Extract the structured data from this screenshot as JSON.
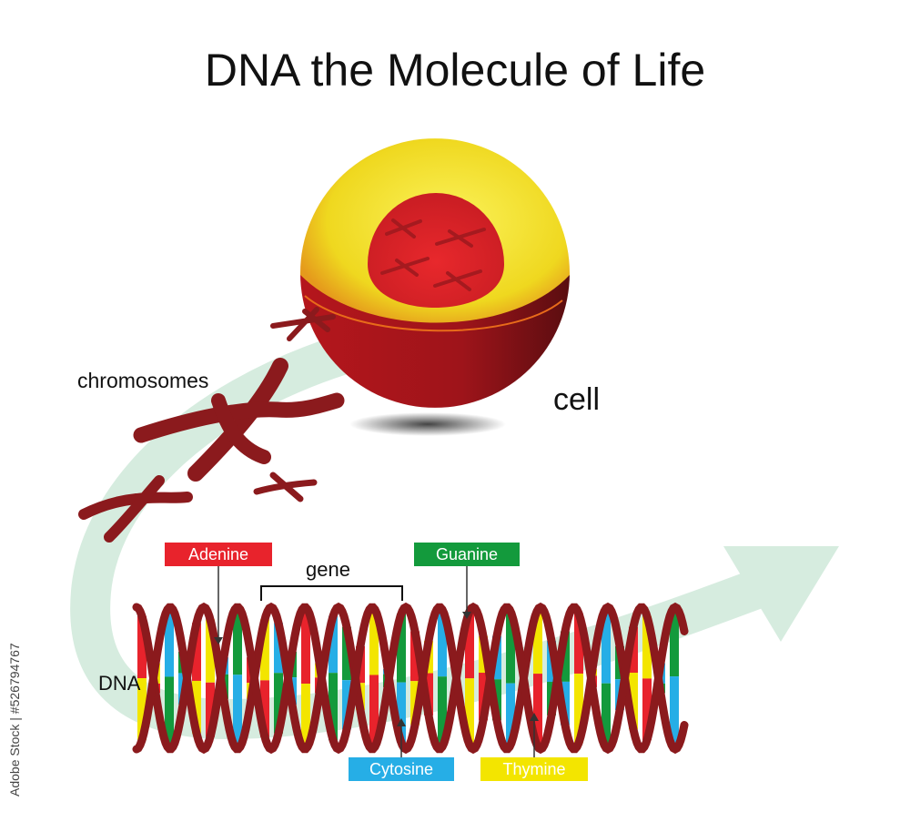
{
  "title": "DNA the Molecule of Life",
  "labels": {
    "chromosomes": "chromosomes",
    "cell": "cell",
    "dna": "DNA",
    "gene": "gene"
  },
  "bases": {
    "adenine": "Adenine",
    "guanine": "Guanine",
    "cytosine": "Cytosine",
    "thymine": "Thymine"
  },
  "watermark": "Adobe Stock | #526794767",
  "colors": {
    "adenine": "#e8232c",
    "guanine": "#139a3c",
    "cytosine": "#26aee6",
    "thymine": "#f3e500",
    "strand": "#8b1a1d",
    "cell_yellow": "#f2e72a",
    "nucleus": "#d8232a",
    "arrow": "#d6ecdf"
  }
}
